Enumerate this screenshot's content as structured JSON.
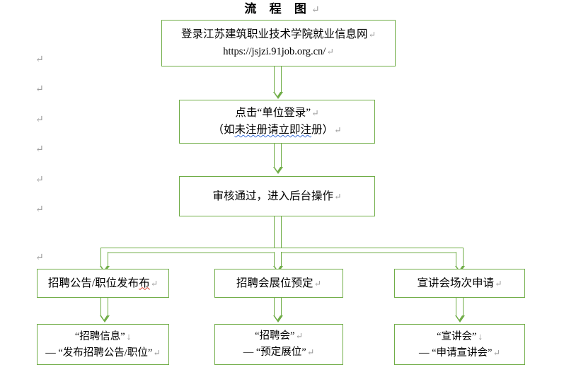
{
  "document": {
    "title": "流 程 图",
    "title_mark": "↵"
  },
  "margin_marks": [
    {
      "glyph": "↵"
    },
    {
      "glyph": "↵"
    },
    {
      "glyph": "↵"
    },
    {
      "glyph": "↵"
    },
    {
      "glyph": "↵"
    },
    {
      "glyph": "↵"
    },
    {
      "glyph": "↵"
    }
  ],
  "colors": {
    "box_border": "#70AD47",
    "connector": "#70AD47",
    "box_fill": "#FFFFFF",
    "text": "#000000",
    "paragraph_mark": "#9A9A9A",
    "spellcheck_blue": "#3A6FD8",
    "spellcheck_red": "#D83A2A"
  },
  "flow": {
    "step1": {
      "line1": "登录江苏建筑职业技术学院就业信息网",
      "line1_mark": "↵",
      "line2": "https://jsjzi.91job.org.cn/",
      "line2_mark": "↵"
    },
    "step2": {
      "line1": "点击“单位登录”",
      "line1_mark": "↵",
      "line2_open": "（如",
      "line2_wavy": "未注册请立即注",
      "line2_close": "册）",
      "line2_mark": "↵"
    },
    "step3": {
      "line1": "审核通过，进入后台操作",
      "line1_mark": "↵"
    },
    "branches": [
      {
        "id": "recruitment-notice",
        "head": {
          "text_plain": "招聘公告/职位发布",
          "text_wavy": "布",
          "mark": "↵"
        },
        "detail": {
          "line1": "“招聘信息”",
          "line1_mark": "↓",
          "line2": "— “发布招聘公告/职位”",
          "line2_mark": "↵"
        }
      },
      {
        "id": "job-fair-booth",
        "head": {
          "text_plain": "招聘会展位预定",
          "text_wavy": "",
          "mark": "↵"
        },
        "detail": {
          "line1": "“招聘会”",
          "line1_mark": "↵",
          "line2": "— “预定展位”",
          "line2_mark": "↵"
        }
      },
      {
        "id": "info-session-request",
        "head": {
          "text_plain": "宣讲会场次申请",
          "text_wavy": "",
          "mark": "↵"
        },
        "detail": {
          "line1": "“宣讲会”",
          "line1_mark": "↓",
          "line2": "— “申请宣讲会”",
          "line2_mark": "↵"
        }
      }
    ]
  }
}
